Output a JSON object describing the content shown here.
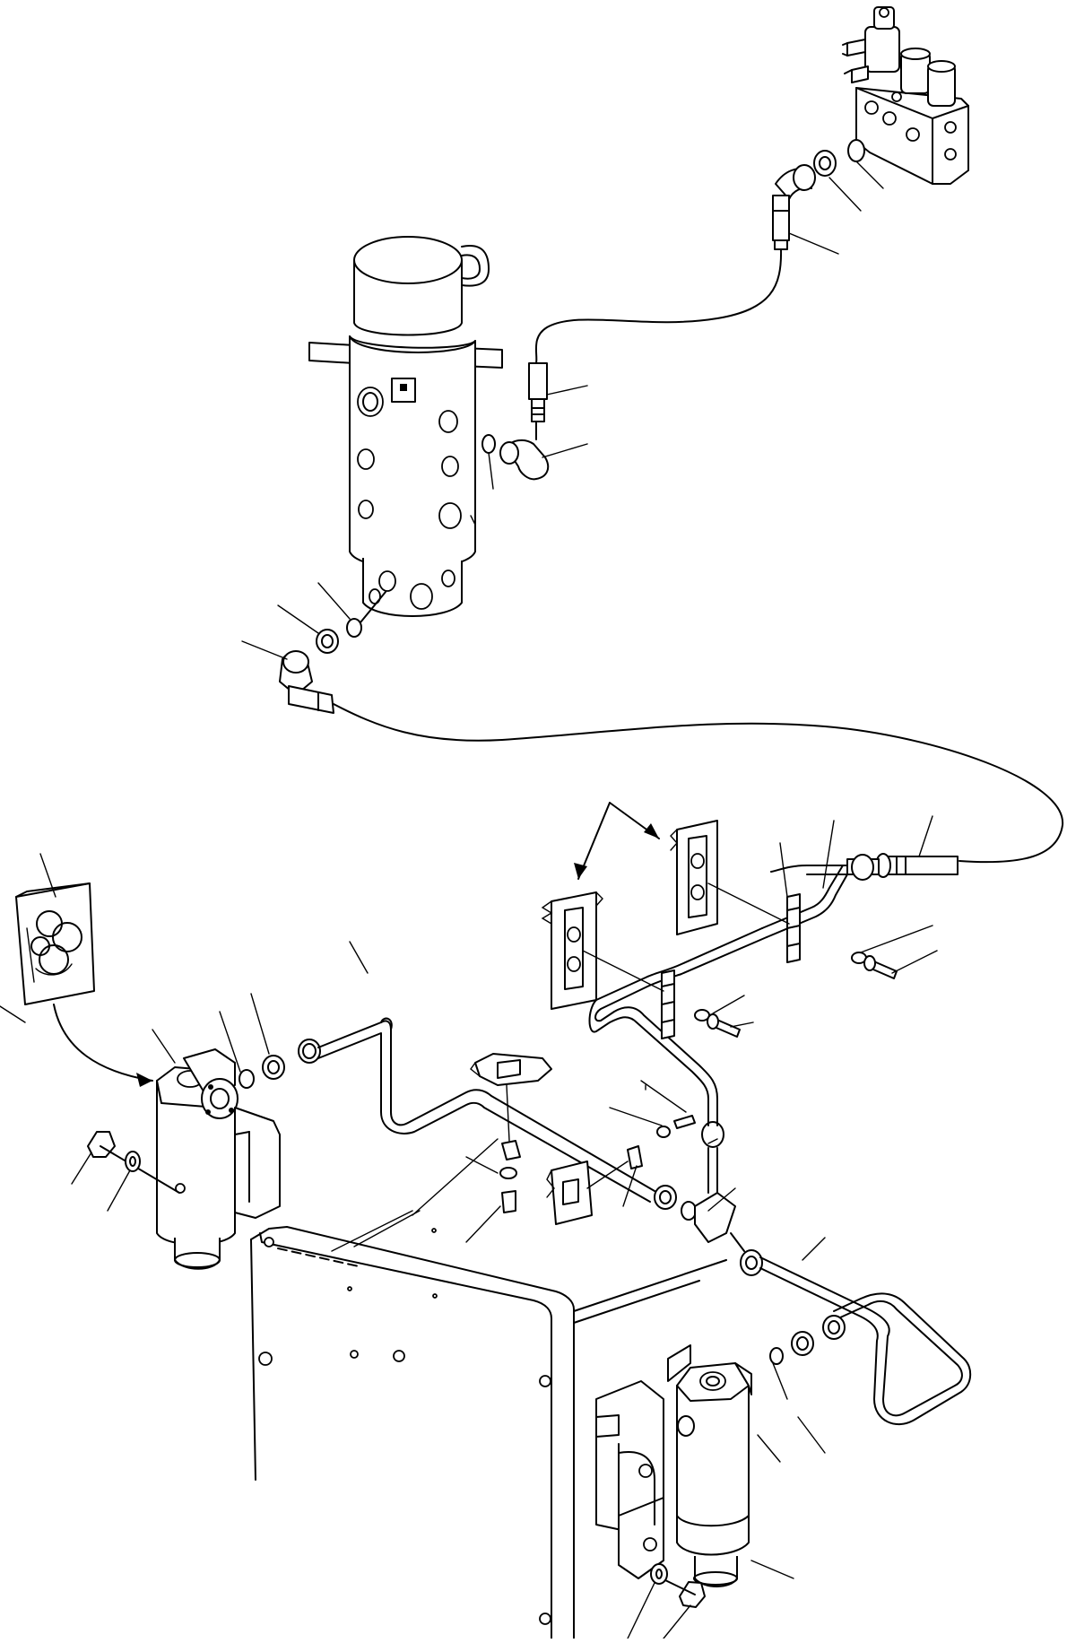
{
  "diagram": {
    "kind": "exploded-parts-view",
    "line_color": "#000000",
    "background_color": "#ffffff",
    "parts": [
      "solenoid-valve-block",
      "swivel-joint",
      "hose-upper",
      "hose-lower-long",
      "elbow-fitting",
      "adapter-fitting",
      "o-ring",
      "accumulator-left",
      "accumulator-right",
      "steel-tube",
      "tee-fitting",
      "tube-clamp",
      "bolt",
      "washer",
      "seal-kit",
      "frame-panel"
    ]
  }
}
